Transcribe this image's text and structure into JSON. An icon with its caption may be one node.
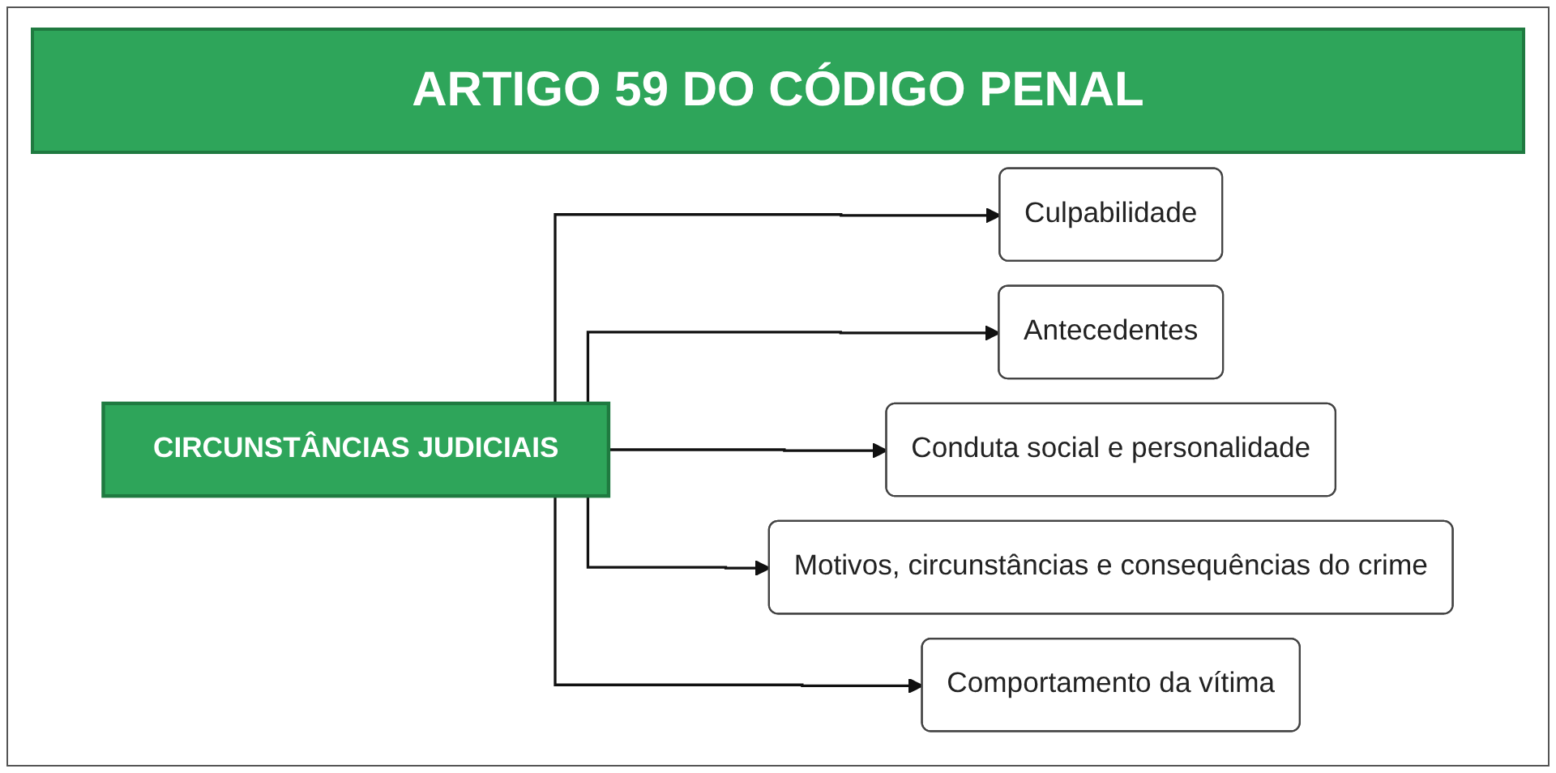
{
  "diagram": {
    "title": "ARTIGO 59 DO CÓDIGO PENAL",
    "nodes": [
      {
        "text": [
          "CIRCUNSTÂNCIAS JUDICIAIS"
        ]
      },
      {
        "text": [
          "Culpabilidade"
        ]
      },
      {
        "text": [
          "Antecedentes"
        ]
      },
      {
        "text": [
          "Conduta social e personalidade"
        ]
      },
      {
        "text": [
          "Motivos, circunstâncias e consequências do crime"
        ]
      },
      {
        "text": [
          "Comportamento da vítima"
        ]
      }
    ],
    "edges": [
      {
        "from": 0,
        "to": 1,
        "arrow": "to"
      },
      {
        "from": 0,
        "to": 2,
        "arrow": "to"
      },
      {
        "from": 0,
        "to": 3,
        "arrow": "to"
      },
      {
        "from": 0,
        "to": 4,
        "arrow": "to"
      },
      {
        "from": 0,
        "to": 5,
        "arrow": "to"
      }
    ]
  }
}
